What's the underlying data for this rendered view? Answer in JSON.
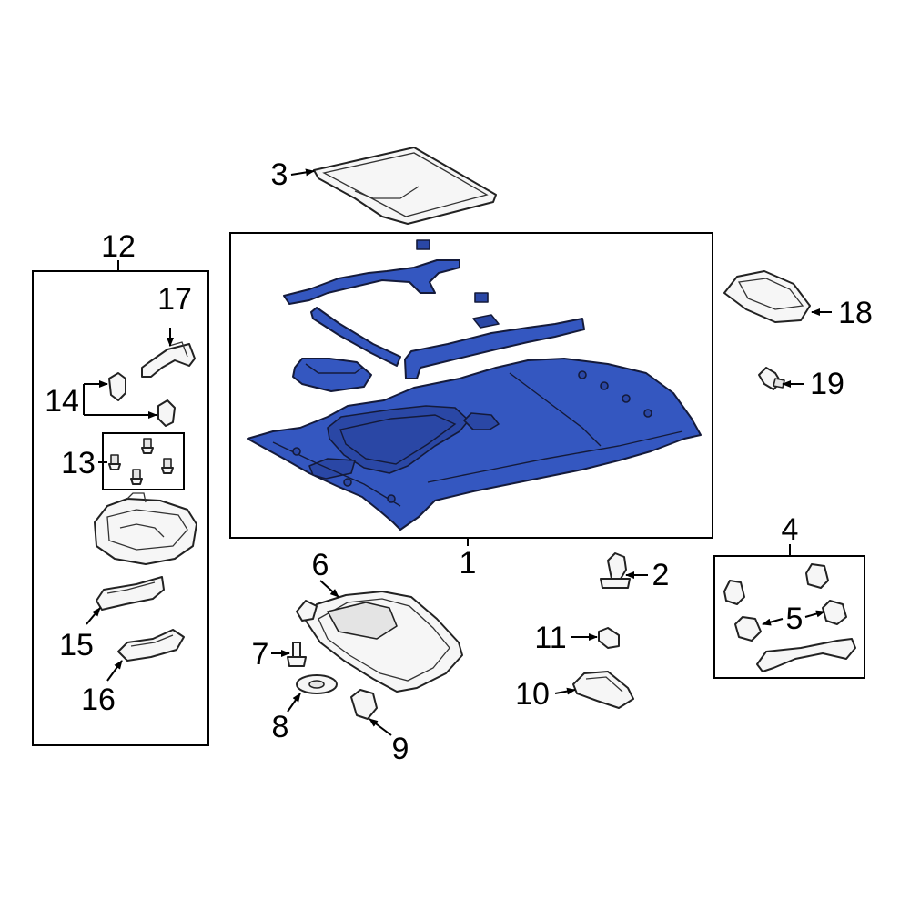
{
  "diagram": {
    "highlight_color": "#3457c0",
    "callouts": {
      "c1": "1",
      "c2": "2",
      "c3": "3",
      "c4": "4",
      "c5": "5",
      "c6": "6",
      "c7": "7",
      "c8": "8",
      "c9": "9",
      "c10": "10",
      "c11": "11",
      "c12": "12",
      "c13": "13",
      "c14": "14",
      "c15": "15",
      "c16": "16",
      "c17": "17",
      "c18": "18",
      "c19": "19"
    }
  }
}
